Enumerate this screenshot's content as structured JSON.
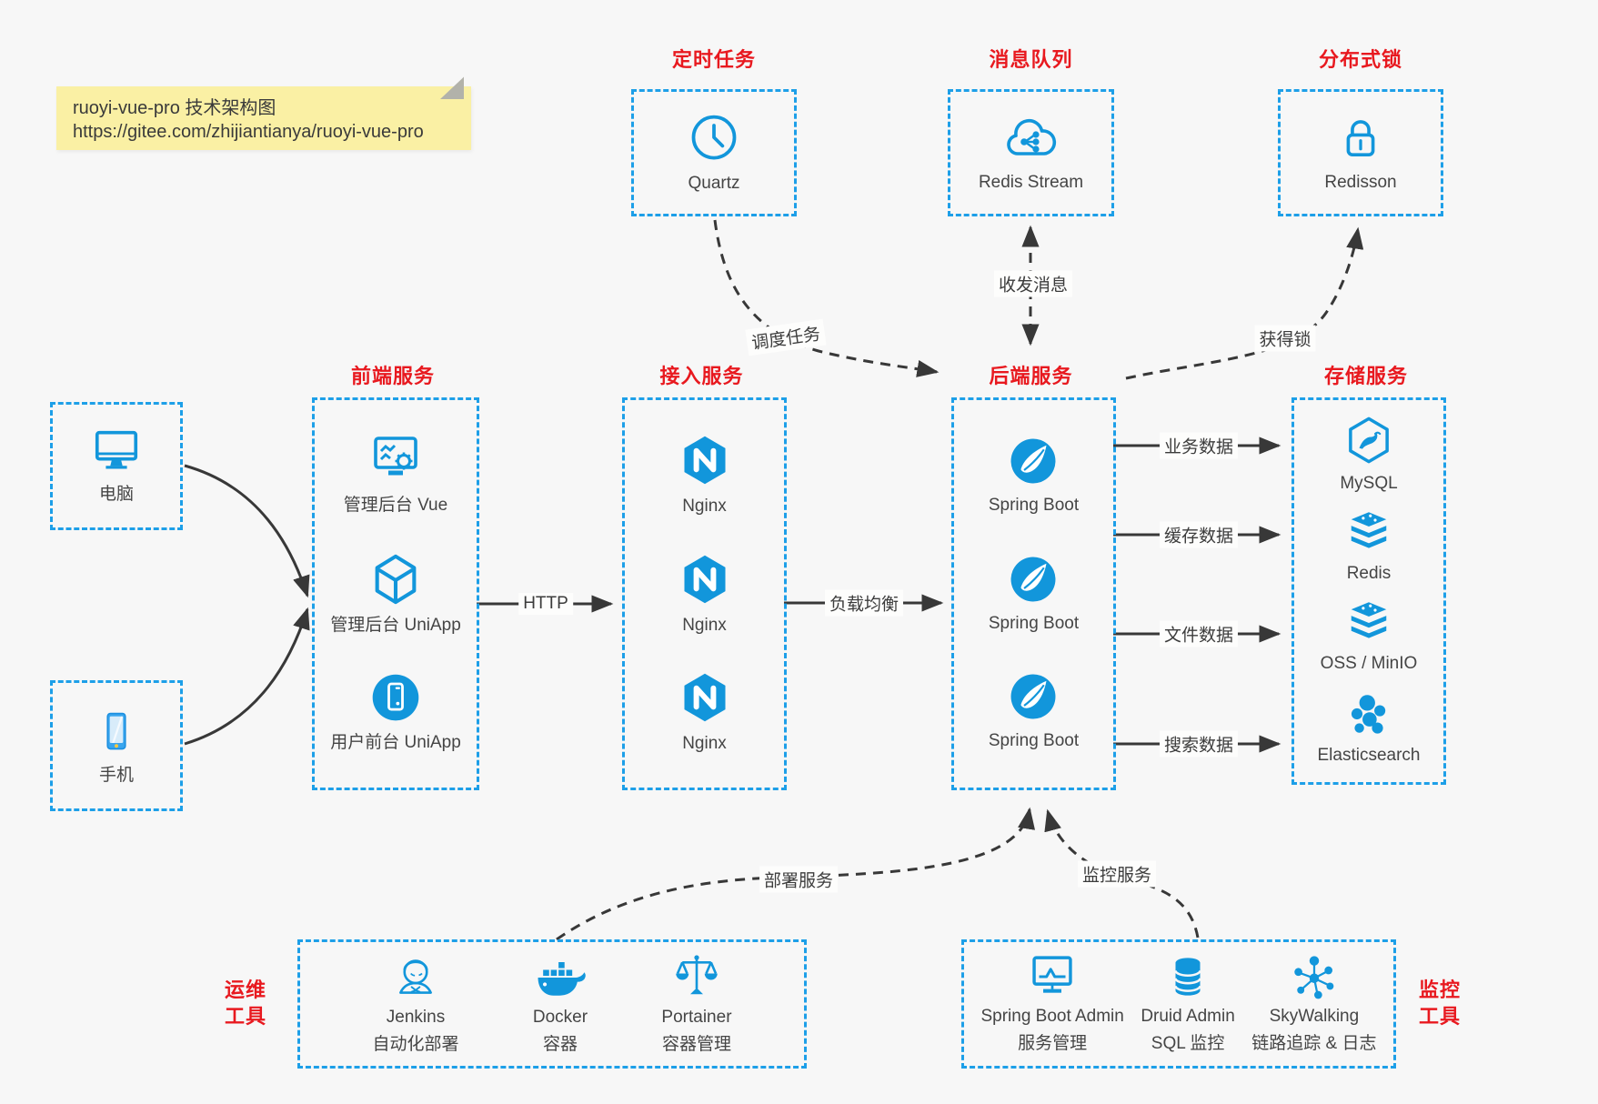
{
  "note": {
    "line1": "ruoyi-vue-pro 技术架构图",
    "line2": "https://gitee.com/zhijiantianya/ruoyi-vue-pro"
  },
  "colors": {
    "accent_blue": "#1296db",
    "border_blue": "#1d9fe8",
    "heading_red": "#e8191f",
    "wire_dark": "#383838",
    "note_yellow": "#faf0a4",
    "background": "#f7f7f7"
  },
  "top_groups": [
    {
      "title": "定时任务",
      "icon": "clock-icon",
      "label": "Quartz"
    },
    {
      "title": "消息队列",
      "icon": "cloud-stream-icon",
      "label": "Redis Stream"
    },
    {
      "title": "分布式锁",
      "icon": "lock-icon",
      "label": "Redisson"
    }
  ],
  "devices": [
    {
      "icon": "desktop-icon",
      "label": "电脑"
    },
    {
      "icon": "phone-icon",
      "label": "手机"
    }
  ],
  "columns": [
    {
      "title": "前端服务",
      "items": [
        {
          "icon": "admin-vue-icon",
          "label": "管理后台 Vue"
        },
        {
          "icon": "uniapp-cube-icon",
          "label": "管理后台 UniApp"
        },
        {
          "icon": "user-app-icon",
          "label": "用户前台 UniApp"
        }
      ]
    },
    {
      "title": "接入服务",
      "items": [
        {
          "icon": "nginx-icon",
          "label": "Nginx"
        },
        {
          "icon": "nginx-icon",
          "label": "Nginx"
        },
        {
          "icon": "nginx-icon",
          "label": "Nginx"
        }
      ]
    },
    {
      "title": "后端服务",
      "items": [
        {
          "icon": "spring-boot-icon",
          "label": "Spring Boot"
        },
        {
          "icon": "spring-boot-icon",
          "label": "Spring Boot"
        },
        {
          "icon": "spring-boot-icon",
          "label": "Spring Boot"
        }
      ]
    },
    {
      "title": "存储服务",
      "items": [
        {
          "icon": "mysql-icon",
          "label": "MySQL"
        },
        {
          "icon": "redis-stack-icon",
          "label": "Redis"
        },
        {
          "icon": "oss-stack-icon",
          "label": "OSS / MinIO"
        },
        {
          "icon": "elasticsearch-icon",
          "label": "Elasticsearch"
        }
      ]
    }
  ],
  "bottom_groups": [
    {
      "side_line1": "运维",
      "side_line2": "工具",
      "items": [
        {
          "icon": "jenkins-icon",
          "name": "Jenkins",
          "desc": "自动化部署"
        },
        {
          "icon": "docker-icon",
          "name": "Docker",
          "desc": "容器"
        },
        {
          "icon": "portainer-icon",
          "name": "Portainer",
          "desc": "容器管理"
        }
      ]
    },
    {
      "side_line1": "监控",
      "side_line2": "工具",
      "items": [
        {
          "icon": "spring-boot-admin-icon",
          "name": "Spring Boot Admin",
          "desc": "服务管理"
        },
        {
          "icon": "druid-icon",
          "name": "Druid Admin",
          "desc": "SQL 监控"
        },
        {
          "icon": "skywalking-icon",
          "name": "SkyWalking",
          "desc": "链路追踪 & 日志"
        }
      ]
    }
  ],
  "edges": {
    "http": "HTTP",
    "load_balance": "负载均衡",
    "dispatch": "调度任务",
    "messages": "收发消息",
    "lock": "获得锁",
    "deploy": "部署服务",
    "monitor": "监控服务",
    "data_labels": [
      "业务数据",
      "缓存数据",
      "文件数据",
      "搜索数据"
    ]
  }
}
